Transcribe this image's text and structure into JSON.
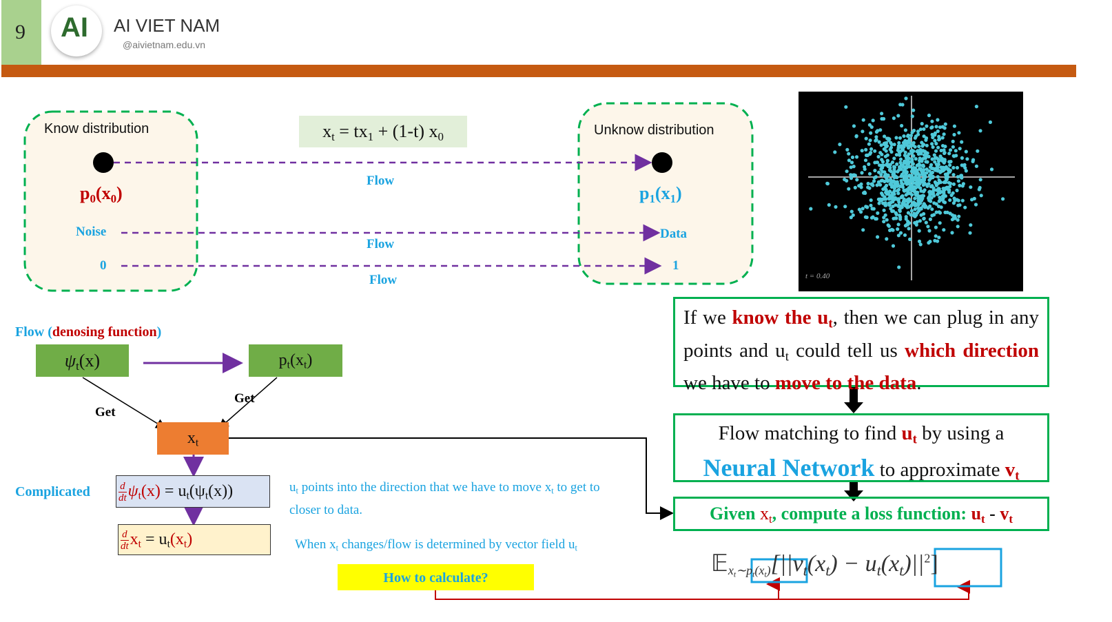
{
  "slide": {
    "number": "9"
  },
  "brand": {
    "logo_text": "AI",
    "name": "AI VIET NAM",
    "handle": "@aivietnam.edu.vn"
  },
  "colors": {
    "accent_bar": "#c55a11",
    "slide_num_bg": "#a9d18e",
    "cyan": "#1aa3e0",
    "red": "#c00000",
    "green_box": "#70ad47",
    "orange_box": "#ed7d31",
    "purple_arrow": "#7030a0",
    "dashed_green": "#00b050"
  },
  "left_panel": {
    "title": "Know distribution",
    "p0_label": "p",
    "p0_sub": "0",
    "p0_arg": "(x",
    "p0_arg_sub": "0",
    "p0_close": ")",
    "noise": "Noise",
    "zero": "0"
  },
  "right_panel": {
    "title": "Unknow distribution",
    "p1_label": "p",
    "p1_sub": "1",
    "p1_arg": "(x",
    "p1_arg_sub": "1",
    "p1_close": ")",
    "data": "Data",
    "one": "1"
  },
  "equation": {
    "a": "x",
    "a_sub": "t",
    "b": " = tx",
    "b_sub": "1",
    "c": " + (1-t) x",
    "c_sub": "0"
  },
  "flow_labels": [
    "Flow",
    "Flow",
    "Flow"
  ],
  "scatter": {
    "caption": "t = 0.40",
    "point_color": "#4fc9d9"
  },
  "flow_section": {
    "title_a": "Flow (",
    "title_b": "denosing function",
    "title_c": ")"
  },
  "boxes": {
    "psi": "ψ",
    "psi_sub": "t",
    "psi_arg": "(x)",
    "pt": "p",
    "pt_sub": "t",
    "pt_arg": "(x",
    "pt_arg_sub": "t",
    "pt_close": ")",
    "xt": "x",
    "xt_sub": "t",
    "get_left": "Get",
    "get_right": "Get"
  },
  "complicated": "Complicated",
  "ode1": {
    "d": "d",
    "dt": "dt",
    "lhs": "ψ",
    "lhs_sub": "t",
    "lhs_arg": "(x)",
    "eq": " = u",
    "eq_sub": "t",
    "rhs": "(ψ",
    "rhs_sub": "t",
    "rhs_close": "(x))"
  },
  "ode2": {
    "d": "d",
    "dt": "dt",
    "lhs": "x",
    "lhs_sub": "t",
    "eq": " = u",
    "eq_sub": "t",
    "rhs": "(x",
    "rhs_sub": "t",
    "rhs_close": ")"
  },
  "note1": {
    "a": "u",
    "a_sub": "t",
    "b": " points into the direction that we have to move x",
    "b_sub": "t",
    "c": " to get to closer to data."
  },
  "note2": {
    "a": "When x",
    "a_sub": "t",
    "b": " changes/flow is determined by vector field u",
    "b_sub": "t"
  },
  "how_button": "How to calculate?",
  "right_box1": {
    "t1": "If we ",
    "t2": "know the u",
    "t2_sub": "t",
    "t3": ", then we can plug in any points and u",
    "t3_sub": "t",
    "t4": " could tell us ",
    "t5": "which direction",
    "t6": " we have to ",
    "t7": "move to the data",
    "t8": "."
  },
  "right_box2": {
    "t1": "Flow matching to find ",
    "t2": "u",
    "t2_sub": "t",
    "t3": " by using a",
    "t4": "Neural Network",
    "t5": " to approximate ",
    "t6": "v",
    "t6_sub": "t"
  },
  "right_box3": {
    "t1": "Given ",
    "t2": "x",
    "t2_sub": "t",
    "t3": ", compute a loss function: ",
    "t4": "u",
    "t4_sub": "t",
    "t5": " - ",
    "t6": "v",
    "t6_sub": "t"
  },
  "loss": {
    "E": "𝔼",
    "sub": "x",
    "sub_sub": "t",
    "tilde": "∼p",
    "tilde_sub": "t",
    "tilde_arg": "(x",
    "tilde_arg_sub": "t",
    "tilde_close": ")",
    "body1": "[||v",
    "body1_sub": "t",
    "body2": "(x",
    "body2_sub": "t",
    "body3": ") − u",
    "body3_sub": "t",
    "body4": "(x",
    "body4_sub": "t",
    "body5": ")||",
    "sup": "2",
    "end": "]"
  }
}
